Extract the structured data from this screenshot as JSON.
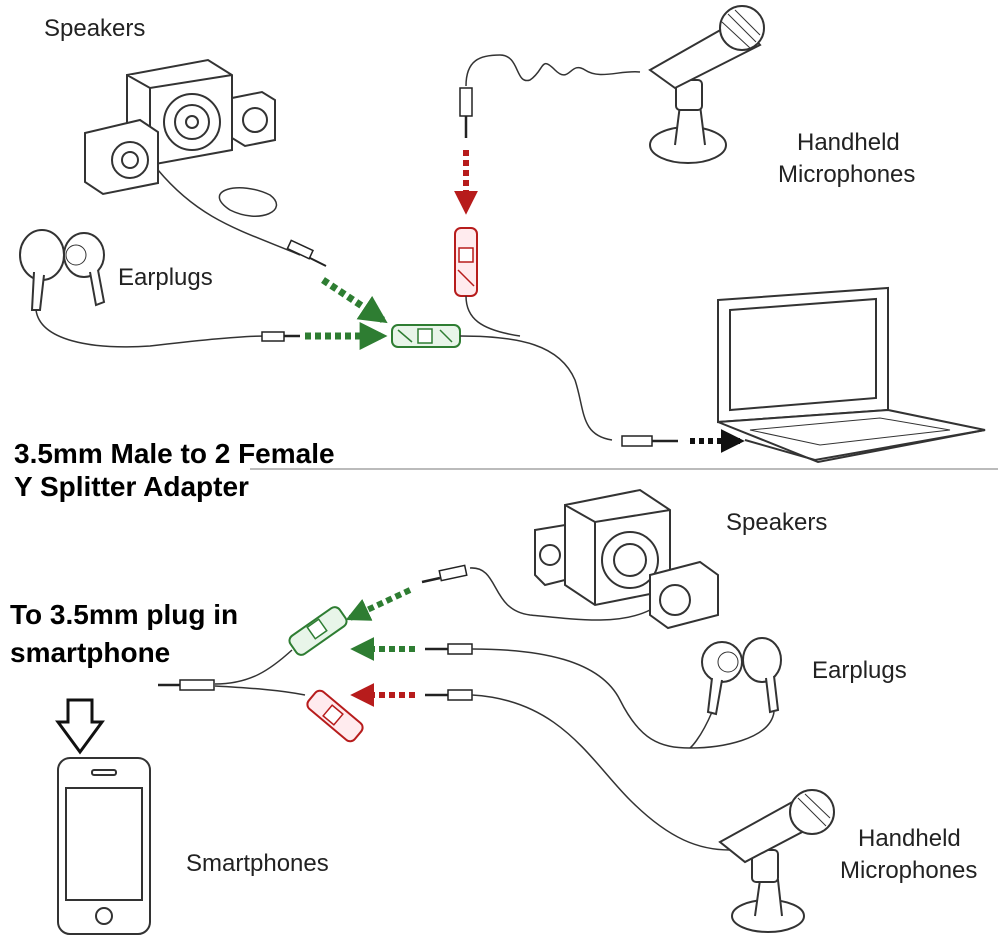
{
  "top": {
    "speakers_label": "Speakers",
    "microphones_label_line1": "Handheld",
    "microphones_label_line2": "Microphones",
    "earplugs_label": "Earplugs",
    "title_line1": "3.5mm Male to 2 Female",
    "title_line2": "Y Splitter Adapter"
  },
  "bottom": {
    "speakers_label": "Speakers",
    "earplugs_label": "Earplugs",
    "plug_note_line1": "To 3.5mm plug in",
    "plug_note_line2": "smartphone",
    "smartphones_label": "Smartphones",
    "microphones_label_line1": "Handheld",
    "microphones_label_line2": "Microphones"
  },
  "colors": {
    "green": "#2e7d32",
    "red": "#b71c1c",
    "line": "#333333"
  },
  "icons": [
    "speakers-icon",
    "earplugs-icon",
    "microphone-icon",
    "laptop-icon",
    "smartphone-icon",
    "splitter-icon",
    "down-arrow-icon"
  ]
}
